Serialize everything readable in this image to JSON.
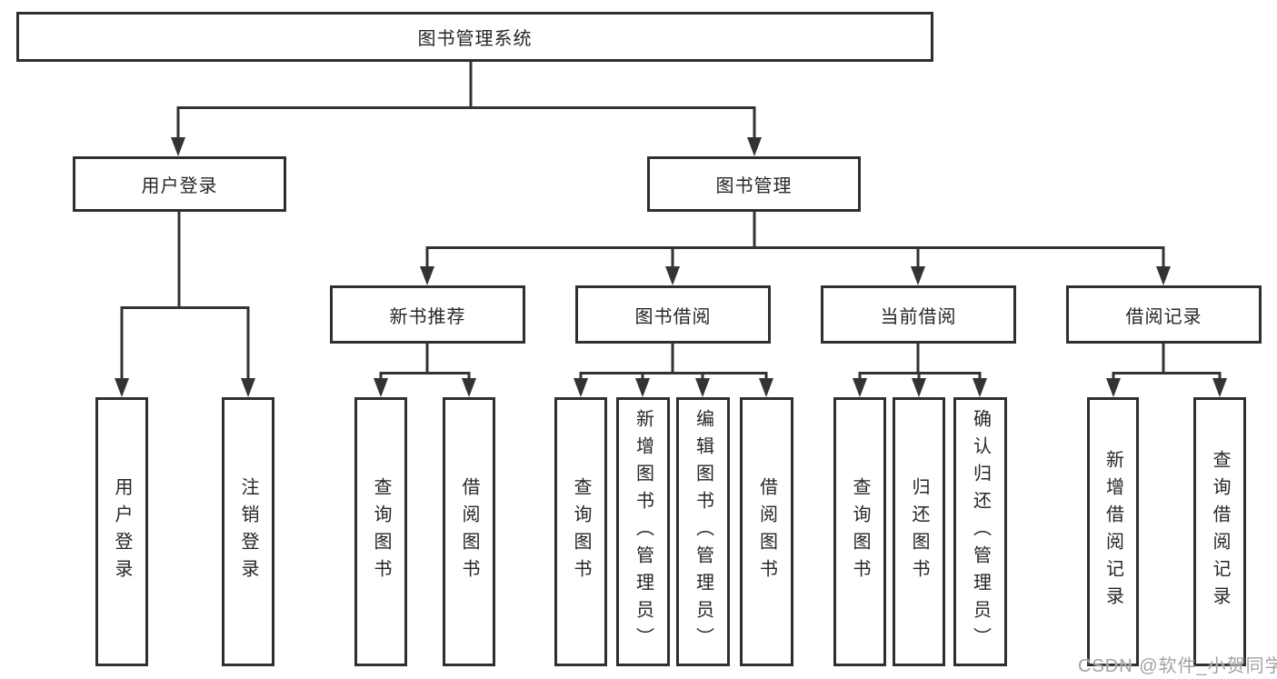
{
  "diagram": {
    "root": {
      "label": "图书管理系统"
    },
    "level2": [
      {
        "id": "user-login",
        "label": "用户登录"
      },
      {
        "id": "book-management",
        "label": "图书管理"
      }
    ],
    "level3": [
      {
        "id": "new-book-recommend",
        "parent": "book-management",
        "label": "新书推荐"
      },
      {
        "id": "book-borrow",
        "parent": "book-management",
        "label": "图书借阅"
      },
      {
        "id": "current-borrow",
        "parent": "book-management",
        "label": "当前借阅"
      },
      {
        "id": "borrow-records",
        "parent": "book-management",
        "label": "借阅记录"
      }
    ],
    "leaves": [
      {
        "parent": "user-login",
        "label": "用户登录"
      },
      {
        "parent": "user-login",
        "label": "注销登录"
      },
      {
        "parent": "new-book-recommend",
        "label": "查询图书"
      },
      {
        "parent": "new-book-recommend",
        "label": "借阅图书"
      },
      {
        "parent": "book-borrow",
        "label": "查询图书"
      },
      {
        "parent": "book-borrow",
        "label": "新增图书（管理员）"
      },
      {
        "parent": "book-borrow",
        "label": "编辑图书（管理员）"
      },
      {
        "parent": "book-borrow",
        "label": "借阅图书"
      },
      {
        "parent": "current-borrow",
        "label": "查询图书"
      },
      {
        "parent": "current-borrow",
        "label": "归还图书"
      },
      {
        "parent": "current-borrow",
        "label": "确认归还（管理员）"
      },
      {
        "parent": "borrow-records",
        "label": "新增借阅记录"
      },
      {
        "parent": "borrow-records",
        "label": "查询借阅记录"
      }
    ],
    "watermark": "CSDN @软件_小贺同学",
    "colors": {
      "line": "#333333",
      "border": "#2f2f2f",
      "text": "#262626",
      "background": "#ffffff",
      "watermark": "#a3a3a3"
    }
  }
}
